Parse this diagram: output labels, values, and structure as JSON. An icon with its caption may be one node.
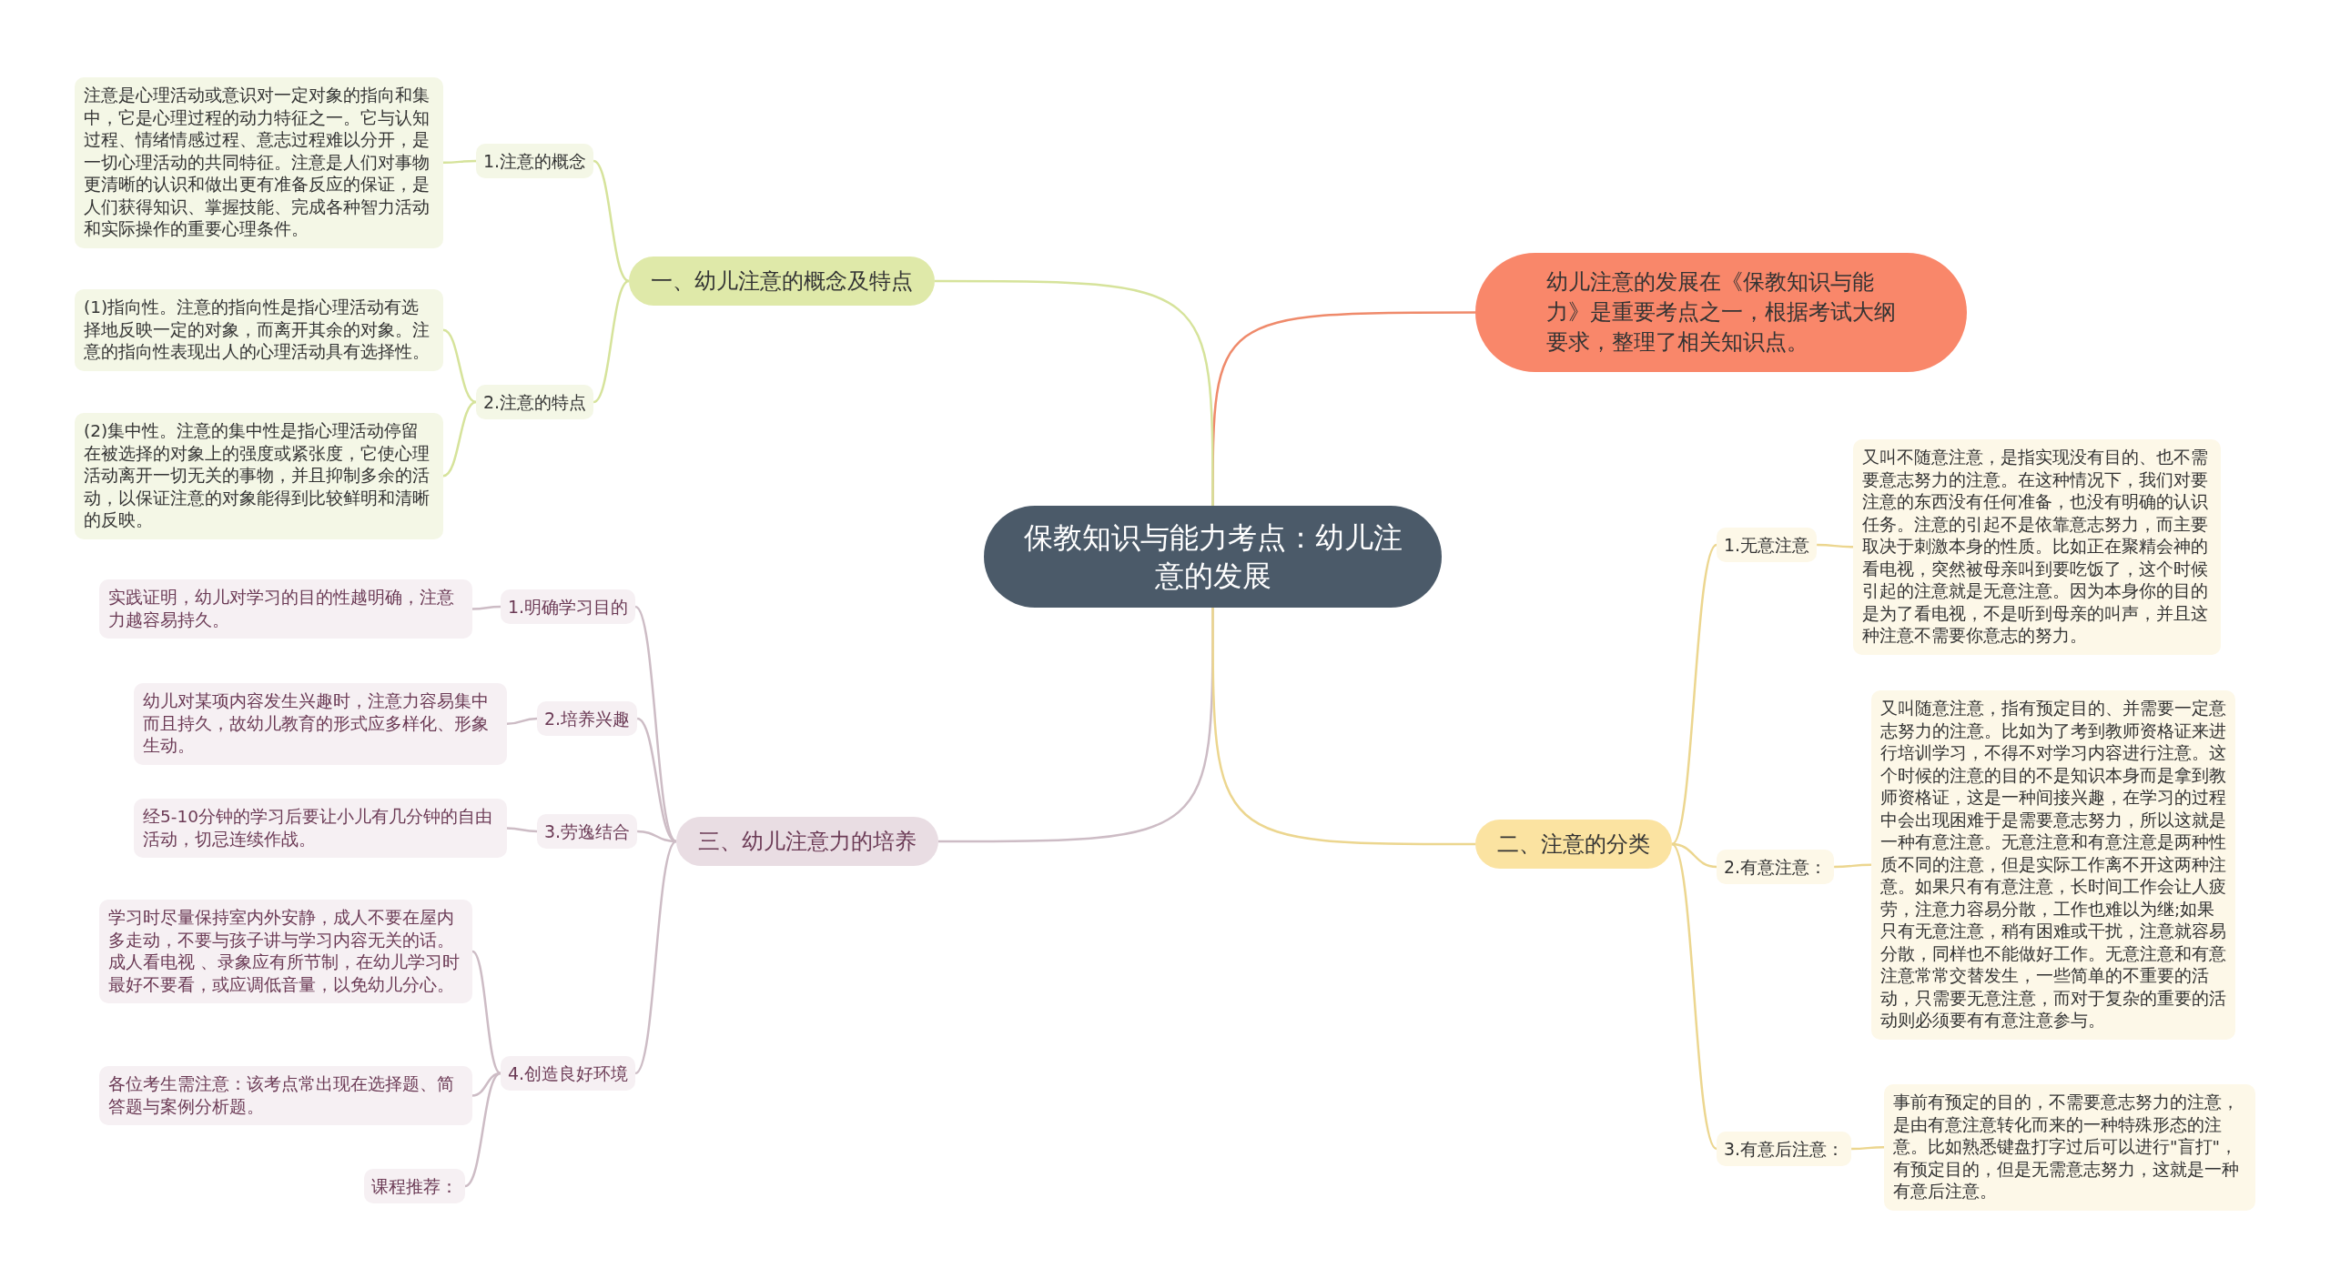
{
  "diagram": {
    "nodes": [
      {
        "text": [
          "保教知识与能力考点：幼儿注意的发展"
        ]
      },
      {
        "text": [
          "幼儿注意的发展在《保教知识与能力》是重要考点之一，根据考试大纲要求，整理了相关知识点。"
        ]
      },
      {
        "text": [
          "一、幼儿注意的概念及特点"
        ]
      },
      {
        "text": [
          "1.注意的概念"
        ]
      },
      {
        "text": [
          "注意是心理活动或意识对一定对象的指向和集中，它是心理过程的动力特征之一。它与认知过程、情绪情感过程、意志过程难以分开，是一切心理活动的共同特征。注意是人们对事物更清晰的认识和做出更有准备反应的保证，是人们获得知识、掌握技能、完成各种智力活动和实际操作的重要心理条件。"
        ]
      },
      {
        "text": [
          "2.注意的特点"
        ]
      },
      {
        "text": [
          "(1)指向性。注意的指向性是指心理活动有选择地反映一定的对象，而离开其余的对象。注意的指向性表现出人的心理活动具有选择性。"
        ]
      },
      {
        "text": [
          "(2)集中性。注意的集中性是指心理活动停留在被选择的对象上的强度或紧张度，它使心理活动离开一切无关的事物，并且抑制多余的活动，以保证注意的对象能得到比较鲜明和清晰的反映。"
        ]
      },
      {
        "text": [
          "三、幼儿注意力的培养"
        ]
      },
      {
        "text": [
          "1.明确学习目的"
        ]
      },
      {
        "text": [
          "实践证明，幼儿对学习的目的性越明确，注意力越容易持久。"
        ]
      },
      {
        "text": [
          "2.培养兴趣"
        ]
      },
      {
        "text": [
          "幼儿对某项内容发生兴趣时，注意力容易集中而且持久，故幼儿教育的形式应多样化、形象生动。"
        ]
      },
      {
        "text": [
          "3.劳逸结合"
        ]
      },
      {
        "text": [
          "经5-10分钟的学习后要让小儿有几分钟的自由活动，切忌连续作战。"
        ]
      },
      {
        "text": [
          "4.创造良好环境"
        ]
      },
      {
        "text": [
          "学习时尽量保持室内外安静，成人不要在屋内多走动，不要与孩子讲与学习内容无关的话。成人看电视 、录象应有所节制，在幼儿学习时最好不要看，或应调低音量，以免幼儿分心。"
        ]
      },
      {
        "text": [
          "各位考生需注意：该考点常出现在选择题、简答题与案例分析题。"
        ]
      },
      {
        "text": [
          "课程推荐："
        ]
      },
      {
        "text": [
          "二、注意的分类"
        ]
      },
      {
        "text": [
          "1.无意注意"
        ]
      },
      {
        "text": [
          "又叫不随意注意，是指实现没有目的、也不需要意志努力的注意。在这种情况下，我们对要注意的东西没有任何准备，也没有明确的认识任务。注意的引起不是依靠意志努力，而主要取决于刺激本身的性质。比如正在聚精会神的看电视，突然被母亲叫到要吃饭了，这个时候引起的注意就是无意注意。因为本身你的目的是为了看电视，不是听到母亲的叫声，并且这种注意不需要你意志的努力。"
        ]
      },
      {
        "text": [
          "2.有意注意："
        ]
      },
      {
        "text": [
          "又叫随意注意，指有预定目的、并需要一定意志努力的注意。比如为了考到教师资格证来进行培训学习，不得不对学习内容进行注意。这个时候的注意的目的不是知识本身而是拿到教师资格证，这是一种间接兴趣，在学习的过程中会出现困难于是需要意志努力，所以这就是一种有意注意。无意注意和有意注意是两种性质不同的注意，但是实际工作离不开这两种注意。如果只有有意注意，长时间工作会让人疲劳，注意力容易分散，工作也难以为继;如果只有无意注意，稍有困难或干扰，注意就容易分散，同样也不能做好工作。无意注意和有意注意常常交替发生，一些简单的不重要的活动，只需要无意注意，而对于复杂的重要的活动则必须要有有意注意参与。"
        ]
      },
      {
        "text": [
          "3.有意后注意："
        ]
      },
      {
        "text": [
          "事前有预定的目的，不需要意志努力的注意，是由有意注意转化而来的一种特殊形态的注意。比如熟悉键盘打字过后可以进行\"盲打\"，有预定目的，但是无需意志努力，这就是一种有意后注意。"
        ]
      }
    ],
    "edges": [
      {
        "from": 0,
        "to": 1,
        "arrow": "none",
        "color": "#ef8a6b"
      },
      {
        "from": 0,
        "to": 2,
        "arrow": "none",
        "color": "#d6e39b"
      },
      {
        "from": 2,
        "to": 3,
        "arrow": "none",
        "color": "#d6e39b"
      },
      {
        "from": 3,
        "to": 4,
        "arrow": "none",
        "color": "#d6e39b"
      },
      {
        "from": 2,
        "to": 5,
        "arrow": "none",
        "color": "#d6e39b"
      },
      {
        "from": 5,
        "to": 6,
        "arrow": "none",
        "color": "#d6e39b"
      },
      {
        "from": 5,
        "to": 7,
        "arrow": "none",
        "color": "#d6e39b"
      },
      {
        "from": 0,
        "to": 8,
        "arrow": "none",
        "color": "#cdbcc5"
      },
      {
        "from": 8,
        "to": 9,
        "arrow": "none",
        "color": "#cdbcc5"
      },
      {
        "from": 9,
        "to": 10,
        "arrow": "none",
        "color": "#cdbcc5"
      },
      {
        "from": 8,
        "to": 11,
        "arrow": "none",
        "color": "#cdbcc5"
      },
      {
        "from": 11,
        "to": 12,
        "arrow": "none",
        "color": "#cdbcc5"
      },
      {
        "from": 8,
        "to": 13,
        "arrow": "none",
        "color": "#cdbcc5"
      },
      {
        "from": 13,
        "to": 14,
        "arrow": "none",
        "color": "#cdbcc5"
      },
      {
        "from": 8,
        "to": 15,
        "arrow": "none",
        "color": "#cdbcc5"
      },
      {
        "from": 15,
        "to": 16,
        "arrow": "none",
        "color": "#cdbcc5"
      },
      {
        "from": 15,
        "to": 17,
        "arrow": "none",
        "color": "#cdbcc5"
      },
      {
        "from": 15,
        "to": 18,
        "arrow": "none",
        "color": "#cdbcc5"
      },
      {
        "from": 0,
        "to": 19,
        "arrow": "none",
        "color": "#ecd68f"
      },
      {
        "from": 19,
        "to": 20,
        "arrow": "none",
        "color": "#ecd68f"
      },
      {
        "from": 20,
        "to": 21,
        "arrow": "none",
        "color": "#ecd68f"
      },
      {
        "from": 19,
        "to": 22,
        "arrow": "none",
        "color": "#ecd68f"
      },
      {
        "from": 22,
        "to": 23,
        "arrow": "none",
        "color": "#ecd68f"
      },
      {
        "from": 19,
        "to": 24,
        "arrow": "none",
        "color": "#ecd68f"
      },
      {
        "from": 24,
        "to": 25,
        "arrow": "none",
        "color": "#ecd68f"
      }
    ]
  }
}
